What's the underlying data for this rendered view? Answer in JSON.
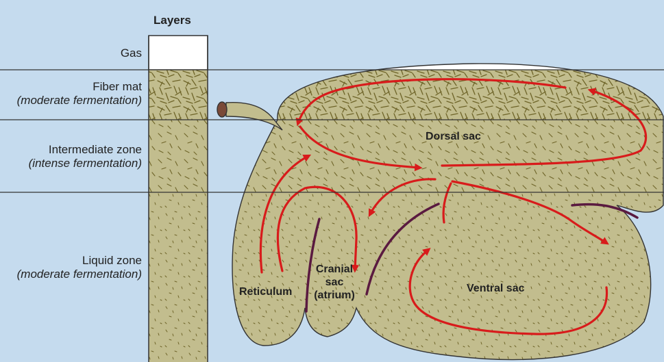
{
  "layers_title": "Layers",
  "layers": [
    {
      "name": "Gas",
      "note": ""
    },
    {
      "name": "Fiber mat",
      "note": "(moderate fermentation)"
    },
    {
      "name": "Intermediate zone",
      "note": "(intense fermentation)"
    },
    {
      "name": "Liquid zone",
      "note": "(moderate fermentation)"
    }
  ],
  "compartments": {
    "dorsal": "Dorsal sac",
    "ventral": "Ventral sac",
    "reticulum": "Reticulum",
    "cranial_1": "Cranial",
    "cranial_2": "sac",
    "cranial_3": "(atrium)"
  },
  "colors": {
    "background": "#c5dbee",
    "content": "#c2bd8e",
    "fiber": "#6e6428",
    "gas": "#ffffff",
    "wall": "#5a1a40",
    "flow_arrow": "#d81b1b",
    "line": "#333333"
  },
  "icons": [
    "esophagus-tube",
    "flow-arrows"
  ]
}
